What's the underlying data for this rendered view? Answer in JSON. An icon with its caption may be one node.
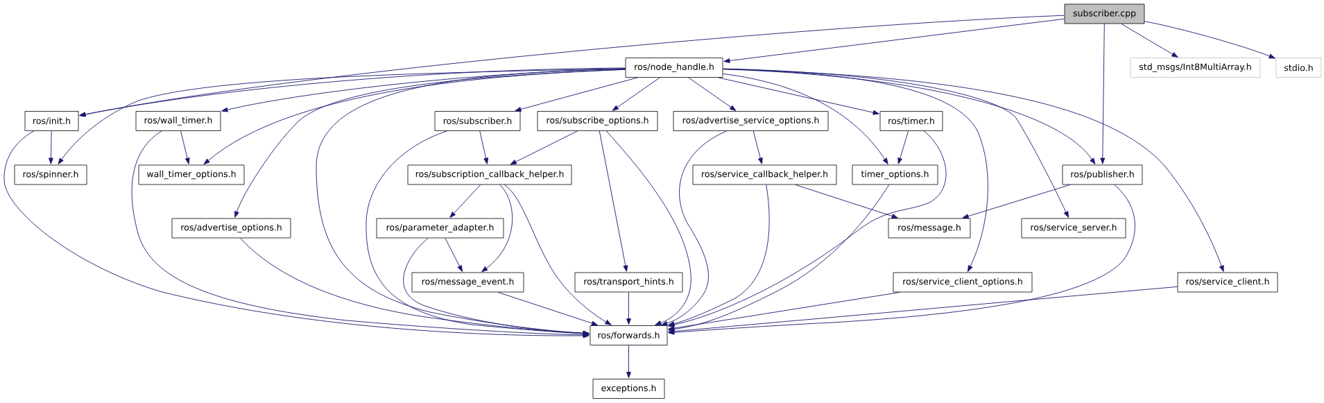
{
  "diagram": {
    "nodes": [
      {
        "text": [
          "subscriber.cpp"
        ]
      },
      {
        "text": [
          "ros/node_handle.h"
        ]
      },
      {
        "text": [
          "std_msgs/Int8MultiArray.h"
        ]
      },
      {
        "text": [
          "stdio.h"
        ]
      },
      {
        "text": [
          "ros/init.h"
        ]
      },
      {
        "text": [
          "ros/wall_timer.h"
        ]
      },
      {
        "text": [
          "ros/subscriber.h"
        ]
      },
      {
        "text": [
          "ros/subscribe_options.h"
        ]
      },
      {
        "text": [
          "ros/advertise_service_options.h"
        ]
      },
      {
        "text": [
          "ros/timer.h"
        ]
      },
      {
        "text": [
          "ros/spinner.h"
        ]
      },
      {
        "text": [
          "wall_timer_options.h"
        ]
      },
      {
        "text": [
          "ros/subscription_callback_helper.h"
        ]
      },
      {
        "text": [
          "ros/service_callback_helper.h"
        ]
      },
      {
        "text": [
          "timer_options.h"
        ]
      },
      {
        "text": [
          "ros/publisher.h"
        ]
      },
      {
        "text": [
          "ros/advertise_options.h"
        ]
      },
      {
        "text": [
          "ros/parameter_adapter.h"
        ]
      },
      {
        "text": [
          "ros/message.h"
        ]
      },
      {
        "text": [
          "ros/service_server.h"
        ]
      },
      {
        "text": [
          "ros/message_event.h"
        ]
      },
      {
        "text": [
          "ros/transport_hints.h"
        ]
      },
      {
        "text": [
          "ros/service_client_options.h"
        ]
      },
      {
        "text": [
          "ros/service_client.h"
        ]
      },
      {
        "text": [
          "ros/forwards.h"
        ]
      },
      {
        "text": [
          "exceptions.h"
        ]
      }
    ],
    "edges": [
      {
        "from": 0,
        "to": 4,
        "arrow": "to"
      },
      {
        "from": 0,
        "to": 1,
        "arrow": "to"
      },
      {
        "from": 0,
        "to": 2,
        "arrow": "to"
      },
      {
        "from": 0,
        "to": 3,
        "arrow": "to"
      },
      {
        "from": 0,
        "to": 15,
        "arrow": "to"
      },
      {
        "from": 1,
        "to": 4,
        "arrow": "to"
      },
      {
        "from": 1,
        "to": 10,
        "arrow": "to"
      },
      {
        "from": 1,
        "to": 5,
        "arrow": "to"
      },
      {
        "from": 1,
        "to": 11,
        "arrow": "to"
      },
      {
        "from": 1,
        "to": 16,
        "arrow": "to"
      },
      {
        "from": 1,
        "to": 24,
        "arrow": "to"
      },
      {
        "from": 1,
        "to": 6,
        "arrow": "to"
      },
      {
        "from": 1,
        "to": 7,
        "arrow": "to"
      },
      {
        "from": 1,
        "to": 8,
        "arrow": "to"
      },
      {
        "from": 1,
        "to": 9,
        "arrow": "to"
      },
      {
        "from": 1,
        "to": 14,
        "arrow": "to"
      },
      {
        "from": 1,
        "to": 15,
        "arrow": "to"
      },
      {
        "from": 1,
        "to": 19,
        "arrow": "to"
      },
      {
        "from": 1,
        "to": 22,
        "arrow": "to"
      },
      {
        "from": 1,
        "to": 23,
        "arrow": "to"
      },
      {
        "from": 4,
        "to": 10,
        "arrow": "to"
      },
      {
        "from": 4,
        "to": 24,
        "arrow": "to"
      },
      {
        "from": 5,
        "to": 11,
        "arrow": "to"
      },
      {
        "from": 5,
        "to": 24,
        "arrow": "to"
      },
      {
        "from": 6,
        "to": 12,
        "arrow": "to"
      },
      {
        "from": 6,
        "to": 24,
        "arrow": "to"
      },
      {
        "from": 7,
        "to": 12,
        "arrow": "to"
      },
      {
        "from": 7,
        "to": 21,
        "arrow": "to"
      },
      {
        "from": 7,
        "to": 24,
        "arrow": "to"
      },
      {
        "from": 8,
        "to": 13,
        "arrow": "to"
      },
      {
        "from": 8,
        "to": 24,
        "arrow": "to"
      },
      {
        "from": 9,
        "to": 14,
        "arrow": "to"
      },
      {
        "from": 9,
        "to": 24,
        "arrow": "to"
      },
      {
        "from": 12,
        "to": 17,
        "arrow": "to"
      },
      {
        "from": 12,
        "to": 20,
        "arrow": "to"
      },
      {
        "from": 12,
        "to": 24,
        "arrow": "to"
      },
      {
        "from": 13,
        "to": 24,
        "arrow": "to"
      },
      {
        "from": 13,
        "to": 18,
        "arrow": "to"
      },
      {
        "from": 14,
        "to": 24,
        "arrow": "to"
      },
      {
        "from": 15,
        "to": 18,
        "arrow": "to"
      },
      {
        "from": 15,
        "to": 24,
        "arrow": "to"
      },
      {
        "from": 16,
        "to": 24,
        "arrow": "to"
      },
      {
        "from": 17,
        "to": 20,
        "arrow": "to"
      },
      {
        "from": 17,
        "to": 24,
        "arrow": "to"
      },
      {
        "from": 20,
        "to": 24,
        "arrow": "to"
      },
      {
        "from": 21,
        "to": 24,
        "arrow": "to"
      },
      {
        "from": 22,
        "to": 24,
        "arrow": "to"
      },
      {
        "from": 23,
        "to": 24,
        "arrow": "to"
      },
      {
        "from": 24,
        "to": 25,
        "arrow": "to"
      }
    ]
  }
}
